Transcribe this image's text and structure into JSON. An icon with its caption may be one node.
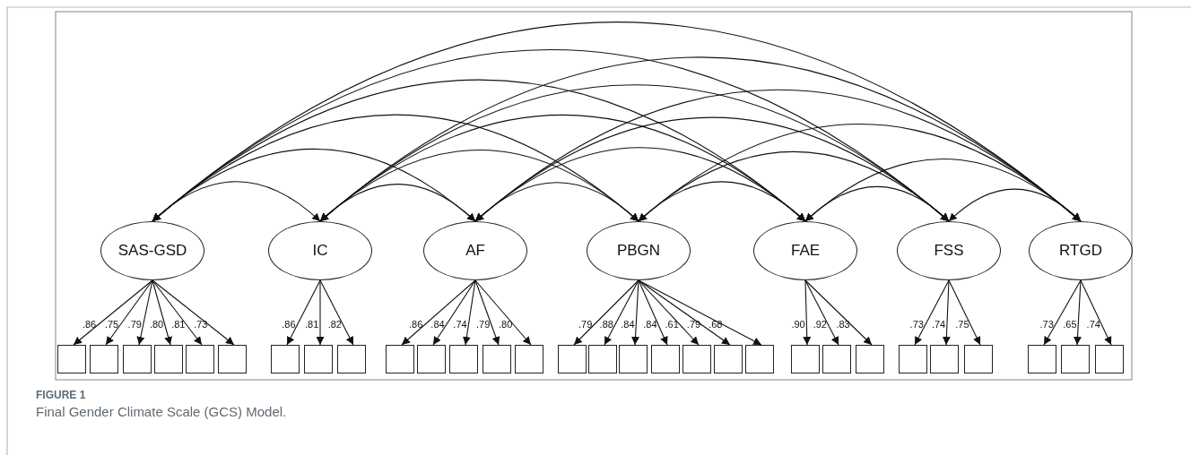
{
  "diagram": {
    "title": "FIGURE 1",
    "caption": "Final Gender Climate Scale (GCS) Model.",
    "nodes": [
      {
        "text": [
          "SAS-GSD"
        ]
      },
      {
        "text": [
          "IC"
        ]
      },
      {
        "text": [
          "AF"
        ]
      },
      {
        "text": [
          "PBGN"
        ]
      },
      {
        "text": [
          "FAE"
        ]
      },
      {
        "text": [
          "FSS"
        ]
      },
      {
        "text": [
          "RTGD"
        ]
      },
      {
        "text": [],
        "shape": "box"
      },
      {
        "text": [],
        "shape": "box"
      },
      {
        "text": [],
        "shape": "box"
      },
      {
        "text": [],
        "shape": "box"
      },
      {
        "text": [],
        "shape": "box"
      },
      {
        "text": [],
        "shape": "box"
      },
      {
        "text": [],
        "shape": "box"
      },
      {
        "text": [],
        "shape": "box"
      },
      {
        "text": [],
        "shape": "box"
      },
      {
        "text": [],
        "shape": "box"
      },
      {
        "text": [],
        "shape": "box"
      },
      {
        "text": [],
        "shape": "box"
      },
      {
        "text": [],
        "shape": "box"
      },
      {
        "text": [],
        "shape": "box"
      },
      {
        "text": [],
        "shape": "box"
      },
      {
        "text": [],
        "shape": "box"
      },
      {
        "text": [],
        "shape": "box"
      },
      {
        "text": [],
        "shape": "box"
      },
      {
        "text": [],
        "shape": "box"
      },
      {
        "text": [],
        "shape": "box"
      },
      {
        "text": [],
        "shape": "box"
      },
      {
        "text": [],
        "shape": "box"
      },
      {
        "text": [],
        "shape": "box"
      },
      {
        "text": [],
        "shape": "box"
      },
      {
        "text": [],
        "shape": "box"
      },
      {
        "text": [],
        "shape": "box"
      },
      {
        "text": [],
        "shape": "box"
      },
      {
        "text": [],
        "shape": "box"
      },
      {
        "text": [],
        "shape": "box"
      },
      {
        "text": [],
        "shape": "box"
      }
    ],
    "edges": [
      {
        "from": 0,
        "to": 1,
        "arrow": "both"
      },
      {
        "from": 0,
        "to": 2,
        "arrow": "both"
      },
      {
        "from": 0,
        "to": 3,
        "arrow": "both"
      },
      {
        "from": 0,
        "to": 4,
        "arrow": "both"
      },
      {
        "from": 0,
        "to": 5,
        "arrow": "both"
      },
      {
        "from": 0,
        "to": 6,
        "arrow": "both"
      },
      {
        "from": 1,
        "to": 2,
        "arrow": "both"
      },
      {
        "from": 1,
        "to": 3,
        "arrow": "both"
      },
      {
        "from": 1,
        "to": 4,
        "arrow": "both"
      },
      {
        "from": 1,
        "to": 5,
        "arrow": "both"
      },
      {
        "from": 1,
        "to": 6,
        "arrow": "both"
      },
      {
        "from": 2,
        "to": 3,
        "arrow": "both"
      },
      {
        "from": 2,
        "to": 4,
        "arrow": "both"
      },
      {
        "from": 2,
        "to": 5,
        "arrow": "both"
      },
      {
        "from": 2,
        "to": 6,
        "arrow": "both"
      },
      {
        "from": 3,
        "to": 4,
        "arrow": "both"
      },
      {
        "from": 3,
        "to": 5,
        "arrow": "both"
      },
      {
        "from": 3,
        "to": 6,
        "arrow": "both"
      },
      {
        "from": 4,
        "to": 5,
        "arrow": "both"
      },
      {
        "from": 4,
        "to": 6,
        "arrow": "both"
      },
      {
        "from": 5,
        "to": 6,
        "arrow": "both"
      },
      {
        "from": 0,
        "to": 7,
        "arrow": "to",
        "label": ".86"
      },
      {
        "from": 0,
        "to": 8,
        "arrow": "to",
        "label": ".75"
      },
      {
        "from": 0,
        "to": 9,
        "arrow": "to",
        "label": ".79"
      },
      {
        "from": 0,
        "to": 10,
        "arrow": "to",
        "label": ".80"
      },
      {
        "from": 0,
        "to": 11,
        "arrow": "to",
        "label": ".81"
      },
      {
        "from": 0,
        "to": 12,
        "arrow": "to",
        "label": ".73"
      },
      {
        "from": 1,
        "to": 13,
        "arrow": "to",
        "label": ".86"
      },
      {
        "from": 1,
        "to": 14,
        "arrow": "to",
        "label": ".81"
      },
      {
        "from": 1,
        "to": 15,
        "arrow": "to",
        "label": ".82"
      },
      {
        "from": 2,
        "to": 16,
        "arrow": "to",
        "label": ".86"
      },
      {
        "from": 2,
        "to": 17,
        "arrow": "to",
        "label": ".84"
      },
      {
        "from": 2,
        "to": 18,
        "arrow": "to",
        "label": ".74"
      },
      {
        "from": 2,
        "to": 19,
        "arrow": "to",
        "label": ".79"
      },
      {
        "from": 2,
        "to": 20,
        "arrow": "to",
        "label": ".80"
      },
      {
        "from": 3,
        "to": 21,
        "arrow": "to",
        "label": ".79"
      },
      {
        "from": 3,
        "to": 22,
        "arrow": "to",
        "label": ".88"
      },
      {
        "from": 3,
        "to": 23,
        "arrow": "to",
        "label": ".84"
      },
      {
        "from": 3,
        "to": 24,
        "arrow": "to",
        "label": ".84"
      },
      {
        "from": 3,
        "to": 25,
        "arrow": "to",
        "label": ".61"
      },
      {
        "from": 3,
        "to": 26,
        "arrow": "to",
        "label": ".79"
      },
      {
        "from": 3,
        "to": 27,
        "arrow": "to",
        "label": ".68"
      },
      {
        "from": 4,
        "to": 28,
        "arrow": "to",
        "label": ".90"
      },
      {
        "from": 4,
        "to": 29,
        "arrow": "to",
        "label": ".92"
      },
      {
        "from": 4,
        "to": 30,
        "arrow": "to",
        "label": ".83"
      },
      {
        "from": 5,
        "to": 31,
        "arrow": "to",
        "label": ".73"
      },
      {
        "from": 5,
        "to": 32,
        "arrow": "to",
        "label": ".74"
      },
      {
        "from": 5,
        "to": 33,
        "arrow": "to",
        "label": ".75"
      },
      {
        "from": 6,
        "to": 34,
        "arrow": "to",
        "label": ".73"
      },
      {
        "from": 6,
        "to": 35,
        "arrow": "to",
        "label": ".65"
      },
      {
        "from": 6,
        "to": 36,
        "arrow": "to",
        "label": ".74"
      }
    ]
  }
}
